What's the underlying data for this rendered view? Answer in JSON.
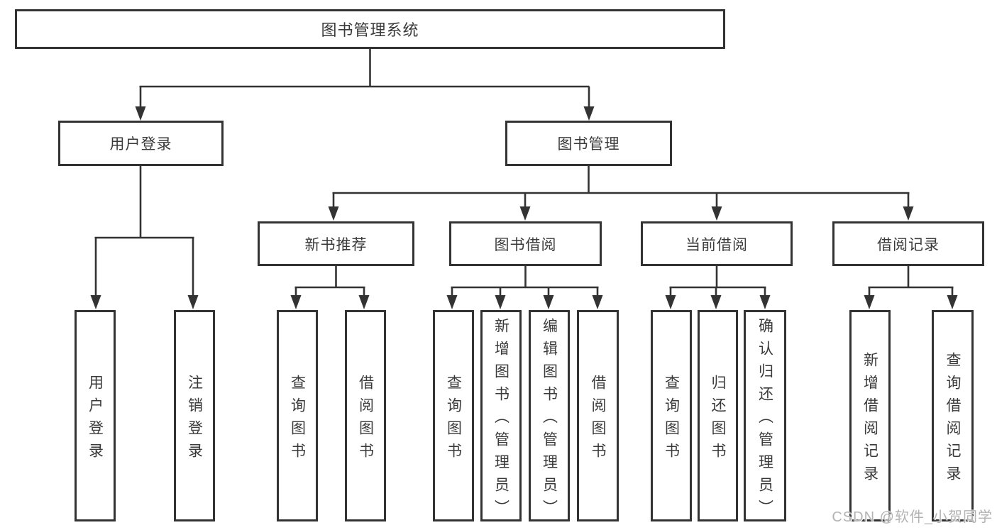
{
  "title": "图书管理系统",
  "watermark": "CSDN @软件_小贺同学",
  "colors": {
    "line": "#333333",
    "text": "#3a3a3a",
    "box_bg": "#ffffff",
    "background": "#ffffff",
    "watermark": "#b3b3b3"
  },
  "tree": {
    "root": {
      "label": "图书管理系统",
      "children": [
        {
          "label": "用户登录",
          "children": [
            {
              "label": "用户登录"
            },
            {
              "label": "注销登录"
            }
          ]
        },
        {
          "label": "图书管理",
          "children": [
            {
              "label": "新书推荐",
              "children": [
                {
                  "label": "查询图书"
                },
                {
                  "label": "借阅图书"
                }
              ]
            },
            {
              "label": "图书借阅",
              "children": [
                {
                  "label": "查询图书"
                },
                {
                  "label": "新增图书（管理员）"
                },
                {
                  "label": "编辑图书（管理员）"
                },
                {
                  "label": "借阅图书"
                }
              ]
            },
            {
              "label": "当前借阅",
              "children": [
                {
                  "label": "查询图书"
                },
                {
                  "label": "归还图书"
                },
                {
                  "label": "确认归还（管理员）"
                }
              ]
            },
            {
              "label": "借阅记录",
              "children": [
                {
                  "label": "新增借阅记录"
                },
                {
                  "label": "查询借阅记录"
                }
              ]
            }
          ]
        }
      ]
    }
  }
}
